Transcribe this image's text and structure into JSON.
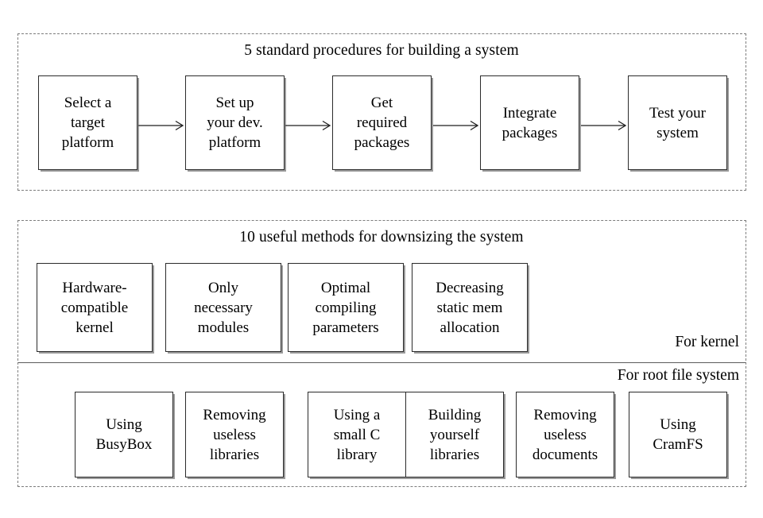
{
  "diagram": {
    "sections": [
      {
        "id": "procedures",
        "title": "5 standard procedures for building a system",
        "steps": [
          {
            "lines": [
              "Select a",
              "target",
              "platform"
            ],
            "text": "Select a target platform"
          },
          {
            "lines": [
              "Set up",
              "your dev.",
              "platform"
            ],
            "text": "Set up your dev. platform"
          },
          {
            "lines": [
              "Get",
              "required",
              "packages"
            ],
            "text": "Get required packages"
          },
          {
            "lines": [
              "Integrate",
              "packages"
            ],
            "text": "Integrate packages"
          },
          {
            "lines": [
              "Test your",
              "system"
            ],
            "text": "Test your system"
          }
        ],
        "connectors": [
          {
            "name": "arrow-right-icon",
            "from": "Select a target platform",
            "to": "Set up your dev. platform"
          },
          {
            "name": "arrow-right-icon",
            "from": "Set up your dev. platform",
            "to": "Get required packages"
          },
          {
            "name": "arrow-right-icon",
            "from": "Get required packages",
            "to": "Integrate packages"
          },
          {
            "name": "arrow-right-icon",
            "from": "Integrate packages",
            "to": "Test your system"
          }
        ]
      },
      {
        "id": "methods",
        "title": "10 useful methods for downsizing the system",
        "groups": [
          {
            "id": "kernel",
            "caption": "For kernel",
            "items": [
              {
                "lines": [
                  "Hardware-",
                  "compatible",
                  "kernel"
                ],
                "text": "Hardware-compatible kernel"
              },
              {
                "lines": [
                  "Only",
                  "necessary",
                  "modules"
                ],
                "text": "Only necessary modules"
              },
              {
                "lines": [
                  "Optimal",
                  "compiling",
                  "parameters"
                ],
                "text": "Optimal compiling parameters"
              },
              {
                "lines": [
                  "Decreasing",
                  "static mem",
                  "allocation"
                ],
                "text": "Decreasing static mem allocation"
              }
            ]
          },
          {
            "id": "rootfs",
            "caption": "For root file system",
            "items": [
              {
                "lines": [
                  "Using",
                  "BusyBox"
                ],
                "text": "Using BusyBox"
              },
              {
                "lines": [
                  "Removing",
                  "useless",
                  "libraries"
                ],
                "text": "Removing useless libraries"
              },
              {
                "lines": [
                  "Using a",
                  "small C",
                  "library"
                ],
                "text": "Using a small C library"
              },
              {
                "lines": [
                  "Building",
                  "yourself",
                  "libraries"
                ],
                "text": "Building yourself libraries"
              },
              {
                "lines": [
                  "Removing",
                  "useless",
                  "documents"
                ],
                "text": "Removing useless documents"
              },
              {
                "lines": [
                  "Using",
                  "CramFS"
                ],
                "text": "Using CramFS"
              }
            ]
          }
        ]
      }
    ],
    "colors": {
      "background": "#ffffff",
      "text": "#000000",
      "box_border": "#2b2b2b",
      "box_shadow": "#9a9a9a",
      "panel_border": "#7d7d7d",
      "divider": "#5c5c5c"
    }
  }
}
